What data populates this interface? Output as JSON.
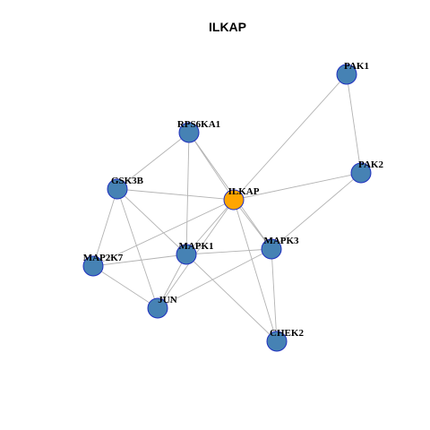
{
  "title": "ILKAP",
  "colors": {
    "node_default": "#4682b4",
    "node_center": "#ffa500",
    "node_border": "#1f2fbf",
    "edge": "#b3b3b3"
  },
  "nodes": [
    {
      "id": "PAK1",
      "label": "PAK1",
      "role": "default"
    },
    {
      "id": "RPS6KA1",
      "label": "RPS6KA1",
      "role": "default"
    },
    {
      "id": "PAK2",
      "label": "PAK2",
      "role": "default"
    },
    {
      "id": "GSK3B",
      "label": "GSK3B",
      "role": "default"
    },
    {
      "id": "ILKAP",
      "label": "ILKAP",
      "role": "center"
    },
    {
      "id": "MAPK3",
      "label": "MAPK3",
      "role": "default"
    },
    {
      "id": "MAPK1",
      "label": "MAPK1",
      "role": "default"
    },
    {
      "id": "MAP2K7",
      "label": "MAP2K7",
      "role": "default"
    },
    {
      "id": "JUN",
      "label": "JUN",
      "role": "default"
    },
    {
      "id": "CHEK2",
      "label": "CHEK2",
      "role": "default"
    }
  ],
  "edges": [
    [
      "PAK1",
      "ILKAP"
    ],
    [
      "PAK1",
      "PAK2"
    ],
    [
      "RPS6KA1",
      "GSK3B"
    ],
    [
      "RPS6KA1",
      "ILKAP"
    ],
    [
      "RPS6KA1",
      "MAPK1"
    ],
    [
      "RPS6KA1",
      "MAPK3"
    ],
    [
      "PAK2",
      "ILKAP"
    ],
    [
      "PAK2",
      "MAPK3"
    ],
    [
      "GSK3B",
      "ILKAP"
    ],
    [
      "GSK3B",
      "MAPK1"
    ],
    [
      "GSK3B",
      "MAP2K7"
    ],
    [
      "GSK3B",
      "JUN"
    ],
    [
      "ILKAP",
      "MAPK1"
    ],
    [
      "ILKAP",
      "MAPK3"
    ],
    [
      "ILKAP",
      "JUN"
    ],
    [
      "ILKAP",
      "CHEK2"
    ],
    [
      "MAPK1",
      "MAPK3"
    ],
    [
      "MAPK1",
      "MAP2K7"
    ],
    [
      "MAPK1",
      "JUN"
    ],
    [
      "MAPK1",
      "CHEK2"
    ],
    [
      "MAPK3",
      "JUN"
    ],
    [
      "MAPK3",
      "CHEK2"
    ],
    [
      "MAP2K7",
      "ILKAP"
    ],
    [
      "MAP2K7",
      "JUN"
    ]
  ]
}
